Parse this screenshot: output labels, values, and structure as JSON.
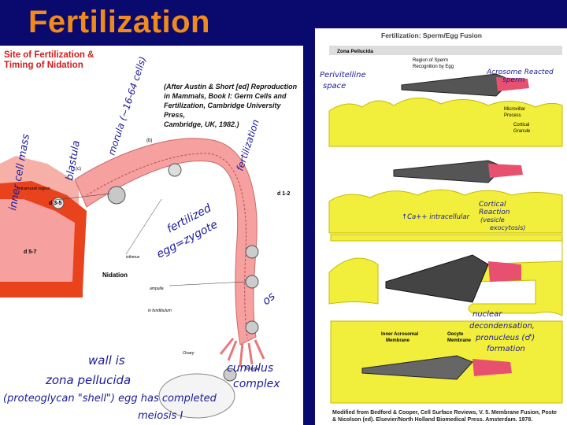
{
  "slide": {
    "title": "Fertilization"
  },
  "left_panel": {
    "title_line1": "Site of Fertilization &",
    "title_line2": "Timing of Nidation",
    "reference_line1": "(After Austin & Short [ed] Reproduction",
    "reference_line2": "in Mammals, Book I: Germ Cells and",
    "reference_line3": "Fertilization, Cambridge University Press,",
    "reference_line4": "Cambridge, UK, 1982.)",
    "labels": {
      "intramural_region": "Intramural region",
      "c": "(c)",
      "b": "(b)",
      "d1_2": "d 1-2",
      "d3_5": "d 3-5",
      "d5_7": "d 5-7",
      "nidation": "Nidation",
      "isthmus": "isthmus",
      "ampulla": "ampulla",
      "infundibulum": "in fundibulum",
      "ovary": "Ovary",
      "fimbriae": "fimbriae"
    },
    "annotations": {
      "inner_cell_mass": "inner cell mass",
      "blastula": "blastula",
      "morula": "morula (~16-64 cells)",
      "fertilization": "fertilization",
      "fertilized_egg": "fertilized",
      "egg_zygote": "egg=zygote",
      "os": "os",
      "wall_is": "wall is",
      "zona_pellucida": "zona pellucida",
      "proteoglycan_shell": "(proteoglycan \"shell\") egg has completed",
      "meiosis": "meiosis I",
      "cumulus": "cumulus",
      "complex": "complex"
    }
  },
  "right_panel": {
    "title": "Fertilization: Sperm/Egg Fusion",
    "zona_label": "Zona Pellucida",
    "region_label_1": "Region of Sperm",
    "region_label_2": "Recognition by Egg",
    "microvillar_1": "Microvillar",
    "microvillar_2": "Process",
    "cortical_1": "Cortical",
    "cortical_2": "Granule",
    "inner_acrosomal_1": "Inner Acrosomal",
    "inner_acrosomal_2": "Membrane",
    "oocyte_1": "Oocyte",
    "oocyte_2": "Membrane",
    "credit_line1": "Modified from Bedford & Cooper, Cell Surface Reviews, V. 5. Membrane Fusion, Poste",
    "credit_line2": "& Nicolson (ed). Elsevier/North Holland Biomedical Press. Amsterdam. 1978.",
    "annotations": {
      "perivitelline_1": "Perivitelline",
      "perivitelline_2": "space",
      "acrosome_1": "Acrosome Reacted",
      "acrosome_2": "sperm",
      "cortical_1": "Cortical",
      "cortical_2": "Reaction",
      "cortical_3": "(vesicle",
      "cortical_4": "exocytosis)",
      "ca": "↑Ca++ intracellular",
      "nuclear_1": "nuclear",
      "nuclear_2": "decondensation,",
      "nuclear_3": "pronucleus (♂)",
      "nuclear_4": "formation"
    }
  },
  "colors": {
    "background": "#0a0a6e",
    "title": "#f08a1c",
    "tube_pink": "#f6a0a0",
    "uterus_red": "#e8431c",
    "zona_yellow": "#f2ef3c",
    "handwriting": "#1a1a9a"
  }
}
